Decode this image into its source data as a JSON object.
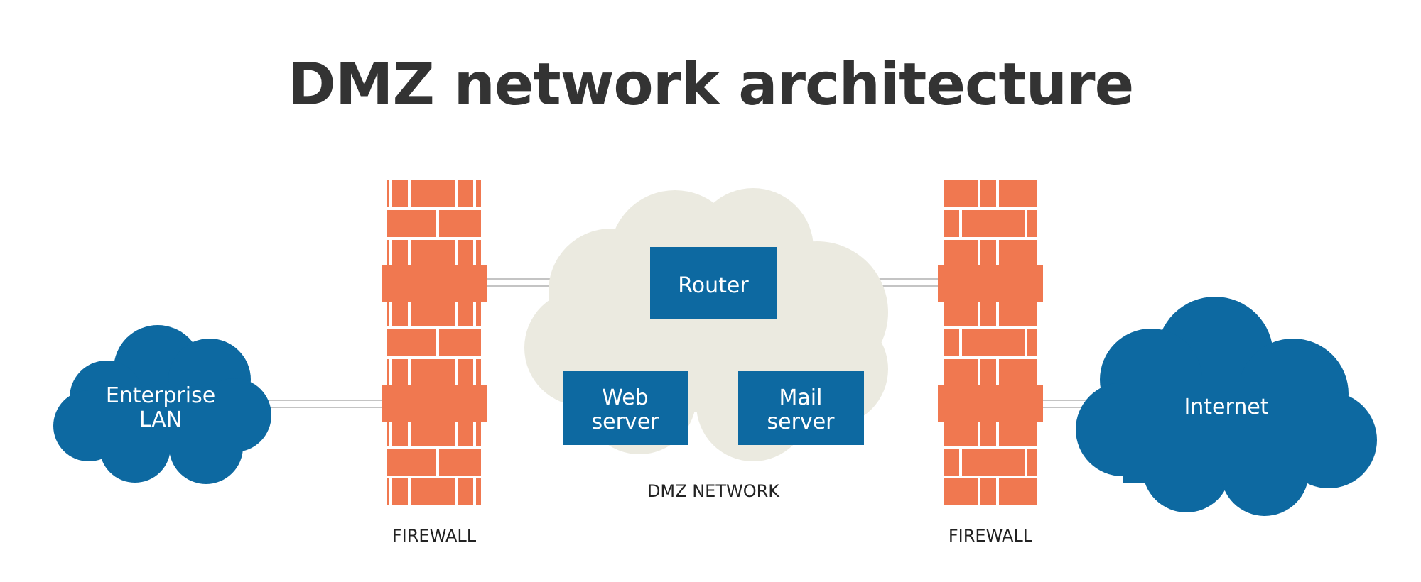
{
  "title": "DMZ network architecture",
  "colors": {
    "blue": "#0d69a1",
    "brick": "#f07850",
    "mortar": "#ffffff",
    "cloud_beige": "#ebeae0",
    "line": "#bfbfbf",
    "text_dark": "#333333"
  },
  "nodes": {
    "enterprise_lan": {
      "line1": "Enterprise",
      "line2": "LAN"
    },
    "internet": {
      "label": "Internet"
    },
    "router": {
      "label": "Router"
    },
    "web_server": {
      "line1": "Web",
      "line2": "server"
    },
    "mail_server": {
      "line1": "Mail",
      "line2": "server"
    }
  },
  "labels": {
    "dmz_network": "DMZ NETWORK",
    "firewall_left": "FIREWALL",
    "firewall_right": "FIREWALL"
  },
  "icons": {
    "firewall": "brick-wall-icon",
    "cloud": "cloud-icon"
  }
}
